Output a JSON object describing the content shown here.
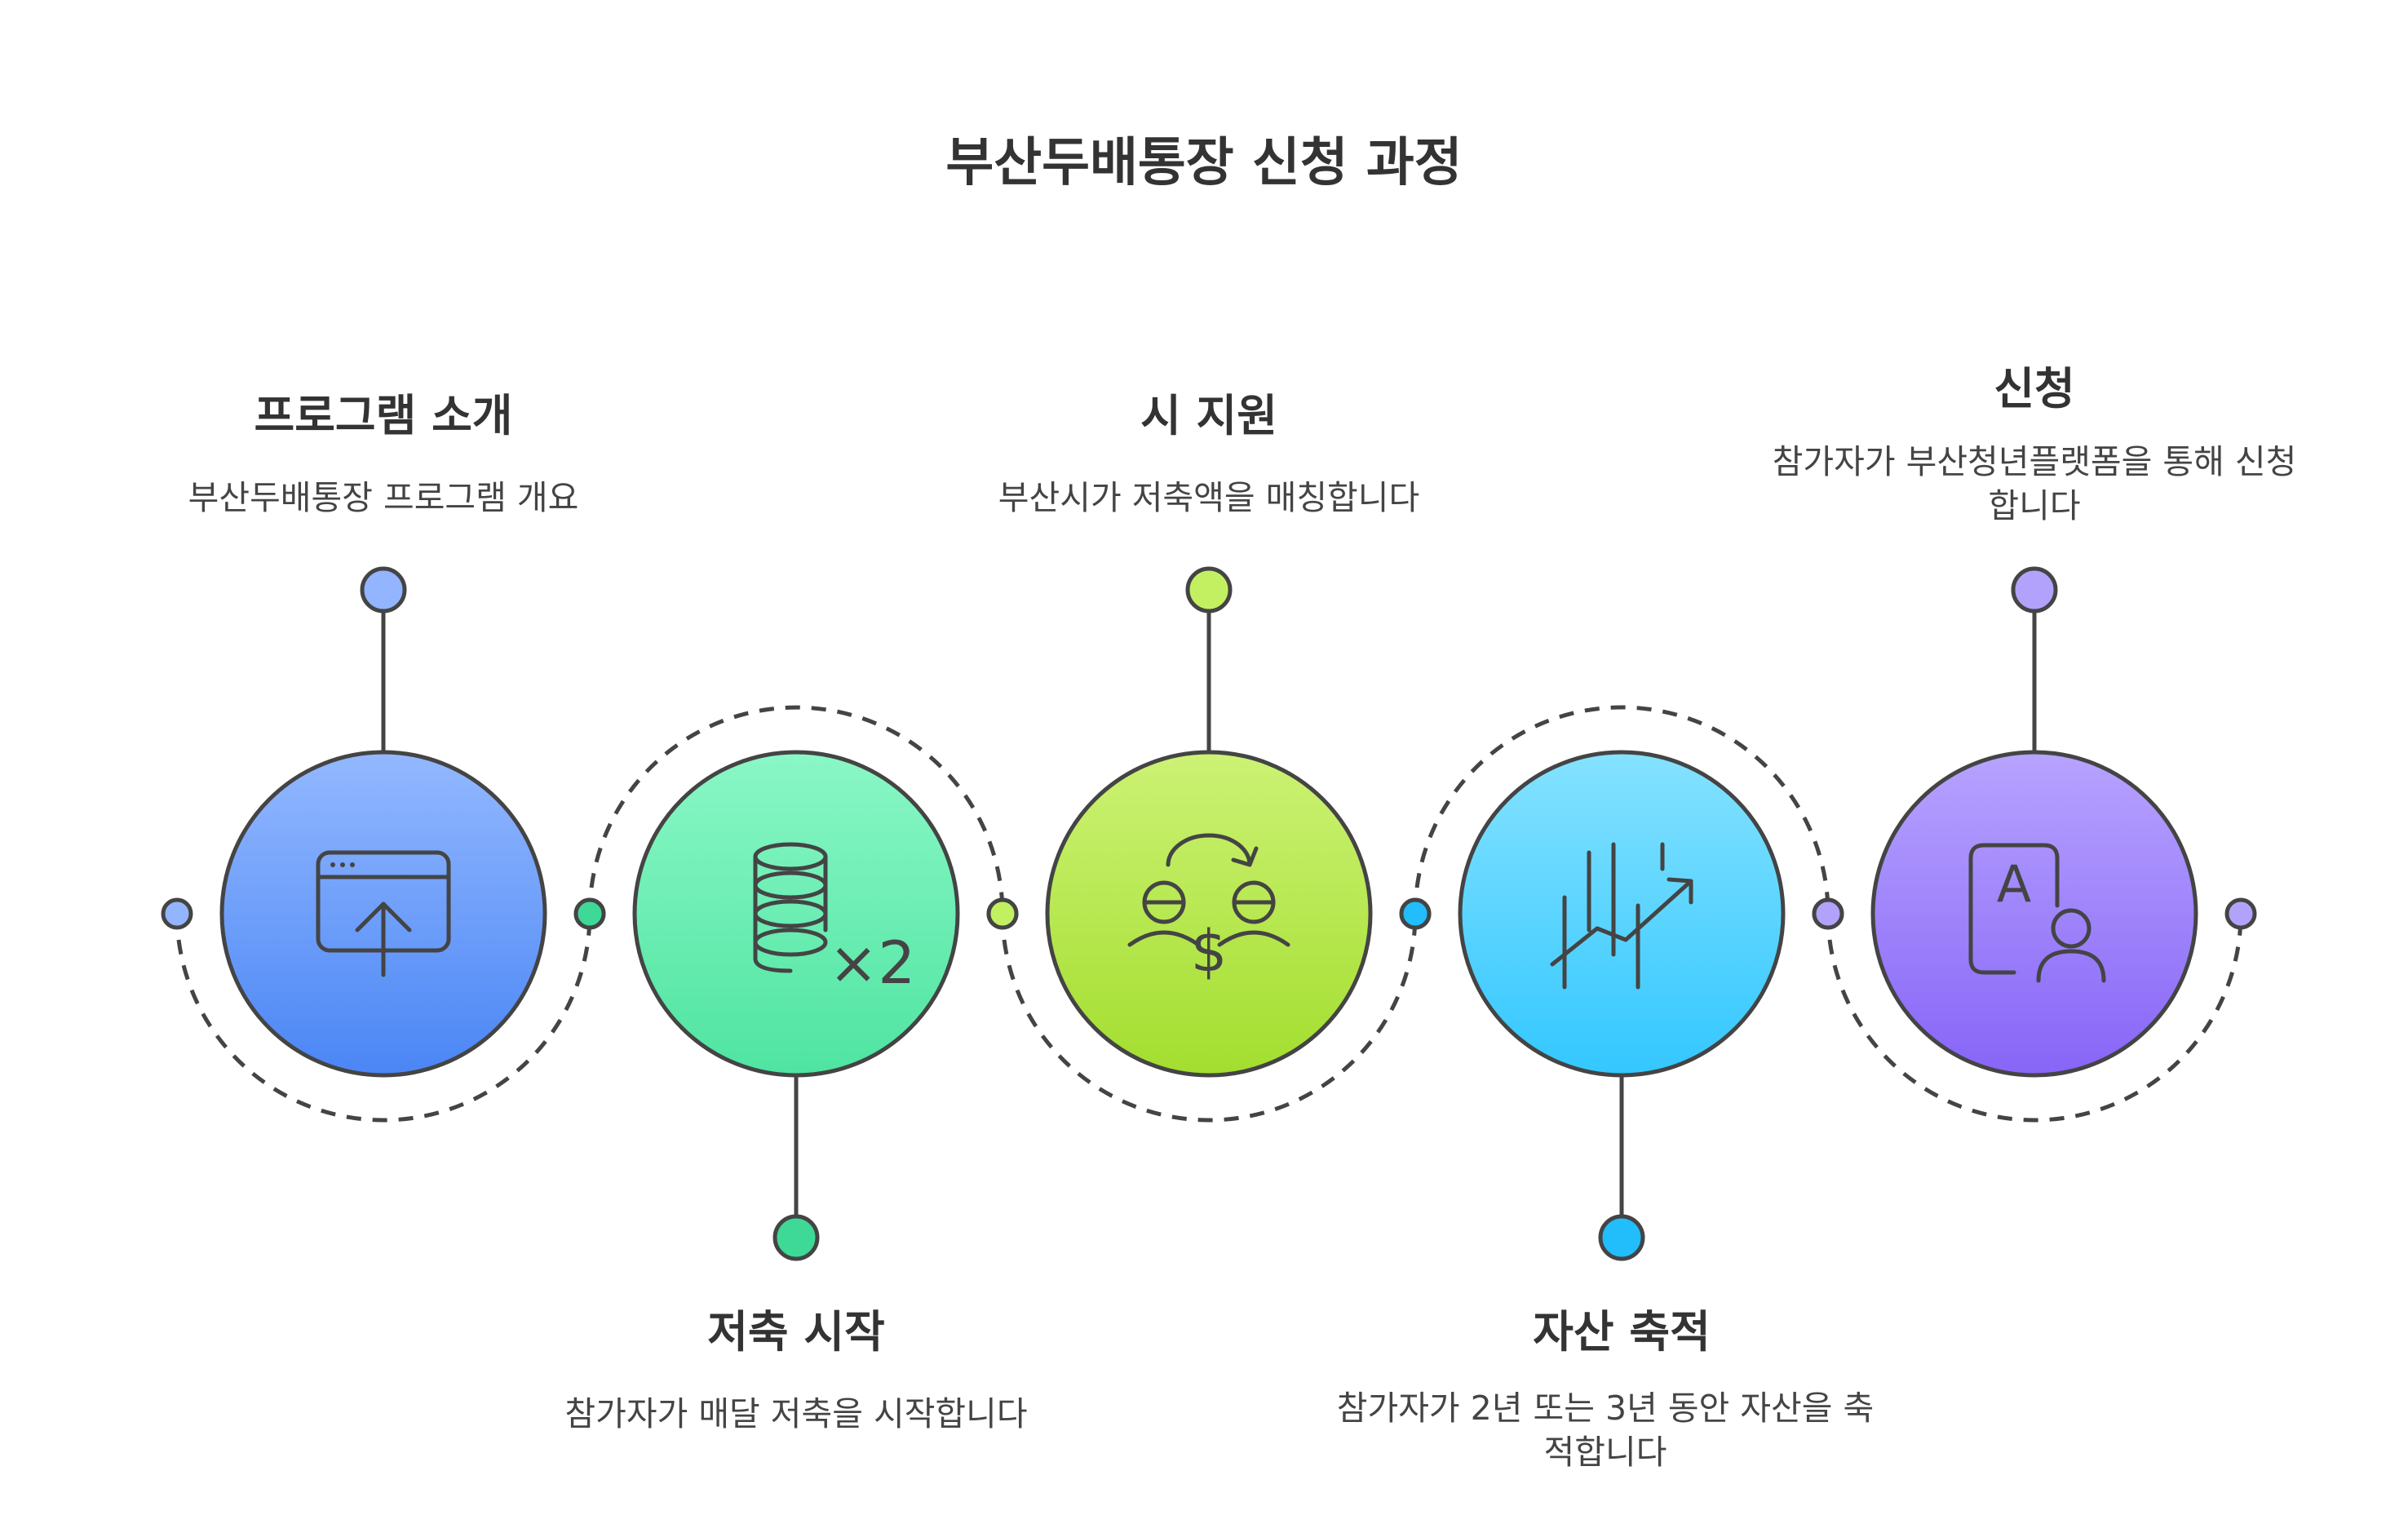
{
  "title": "부산두배통장 신청 과정",
  "steps": [
    {
      "title": "프로그램 소개",
      "description": "부산두배통장 프로그램 개요",
      "icon": "upload-window-icon",
      "color_top": "#93b8ff",
      "color_bottom": "#4a86f5",
      "dot": "#93b4ff"
    },
    {
      "title": "저축 시작",
      "description": "참가자가 매달 저축을 시작합니다",
      "icon": "database-times-two-icon",
      "icon_label": "×2",
      "color_top": "#8af7c6",
      "color_bottom": "#4fe4a1",
      "dot": "#3ed997"
    },
    {
      "title": "시 지원",
      "description": "부산시가 저축액을 매칭합니다",
      "icon": "money-exchange-icon",
      "color_top": "#ccf274",
      "color_bottom": "#a3de2f",
      "dot": "#c3f061"
    },
    {
      "title": "자산 축적",
      "description": "참가자가 2년 또는 3년 동안 자산을 축적합니다",
      "icon": "growth-chart-icon",
      "color_top": "#85e2ff",
      "color_bottom": "#33c7ff",
      "dot": "#22bdfb"
    },
    {
      "title": "신청",
      "description": "참가자가 부산청년플랫폼을 통해 신청합니다",
      "icon": "application-user-icon",
      "icon_label": "A",
      "color_top": "#b7a3ff",
      "color_bottom": "#8765f7",
      "dot": "#b3a2fc"
    }
  ]
}
